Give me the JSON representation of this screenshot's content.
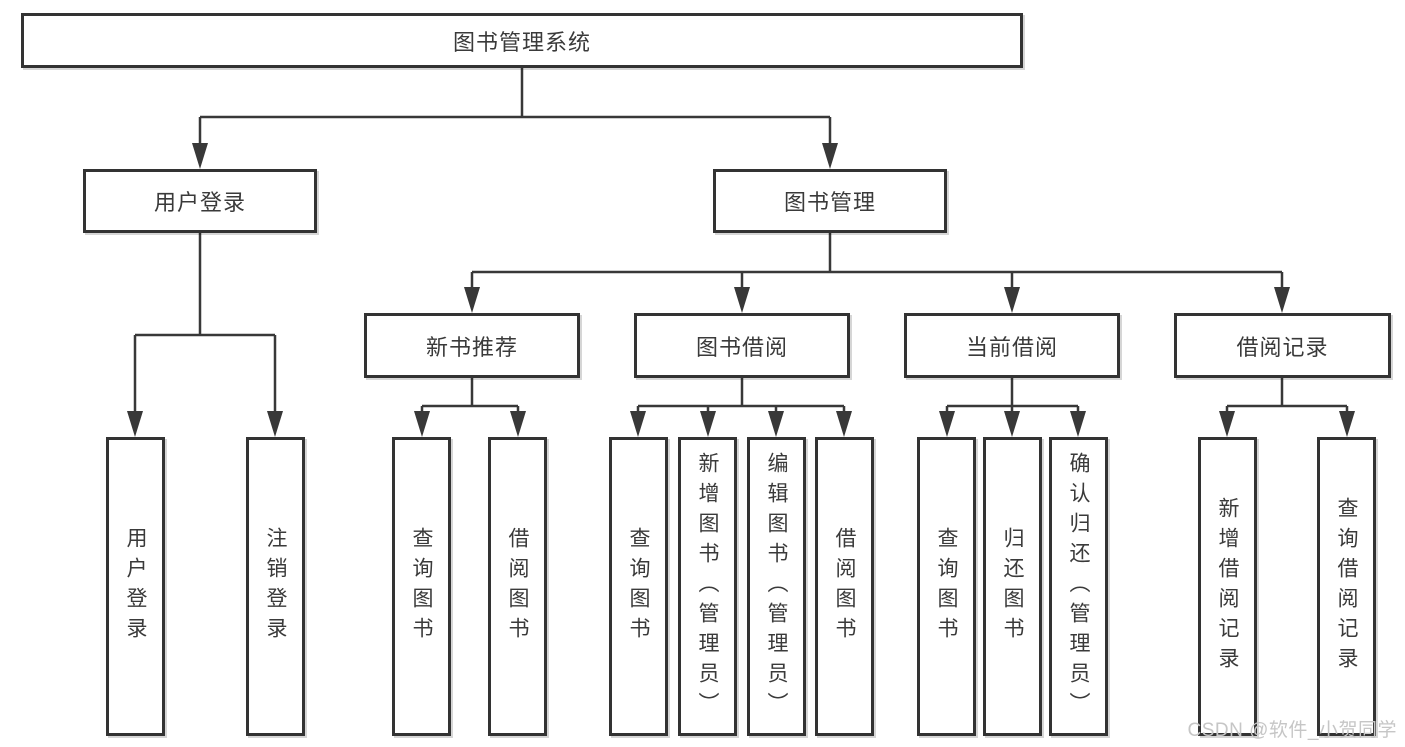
{
  "colors": {
    "background": "#ffffff",
    "line": "#383838",
    "box_border": "#333333",
    "text": "#3a3a3a",
    "watermark": "#c6c6c6"
  },
  "watermark": {
    "text": "CSDN @软件_小贺同学"
  },
  "tree": {
    "label": "图书管理系统",
    "children": [
      {
        "label": "用户登录",
        "children": [
          {
            "label": "用户登录"
          },
          {
            "label": "注销登录"
          }
        ]
      },
      {
        "label": "图书管理",
        "children": [
          {
            "label": "新书推荐",
            "children": [
              {
                "label": "查询图书"
              },
              {
                "label": "借阅图书"
              }
            ]
          },
          {
            "label": "图书借阅",
            "children": [
              {
                "label": "查询图书"
              },
              {
                "label": "新增图书（管理员）"
              },
              {
                "label": "编辑图书（管理员）"
              },
              {
                "label": "借阅图书"
              }
            ]
          },
          {
            "label": "当前借阅",
            "children": [
              {
                "label": "查询图书"
              },
              {
                "label": "归还图书"
              },
              {
                "label": "确认归还（管理员）"
              }
            ]
          },
          {
            "label": "借阅记录",
            "children": [
              {
                "label": "新增借阅记录"
              },
              {
                "label": "查询借阅记录"
              }
            ]
          }
        ]
      }
    ]
  }
}
